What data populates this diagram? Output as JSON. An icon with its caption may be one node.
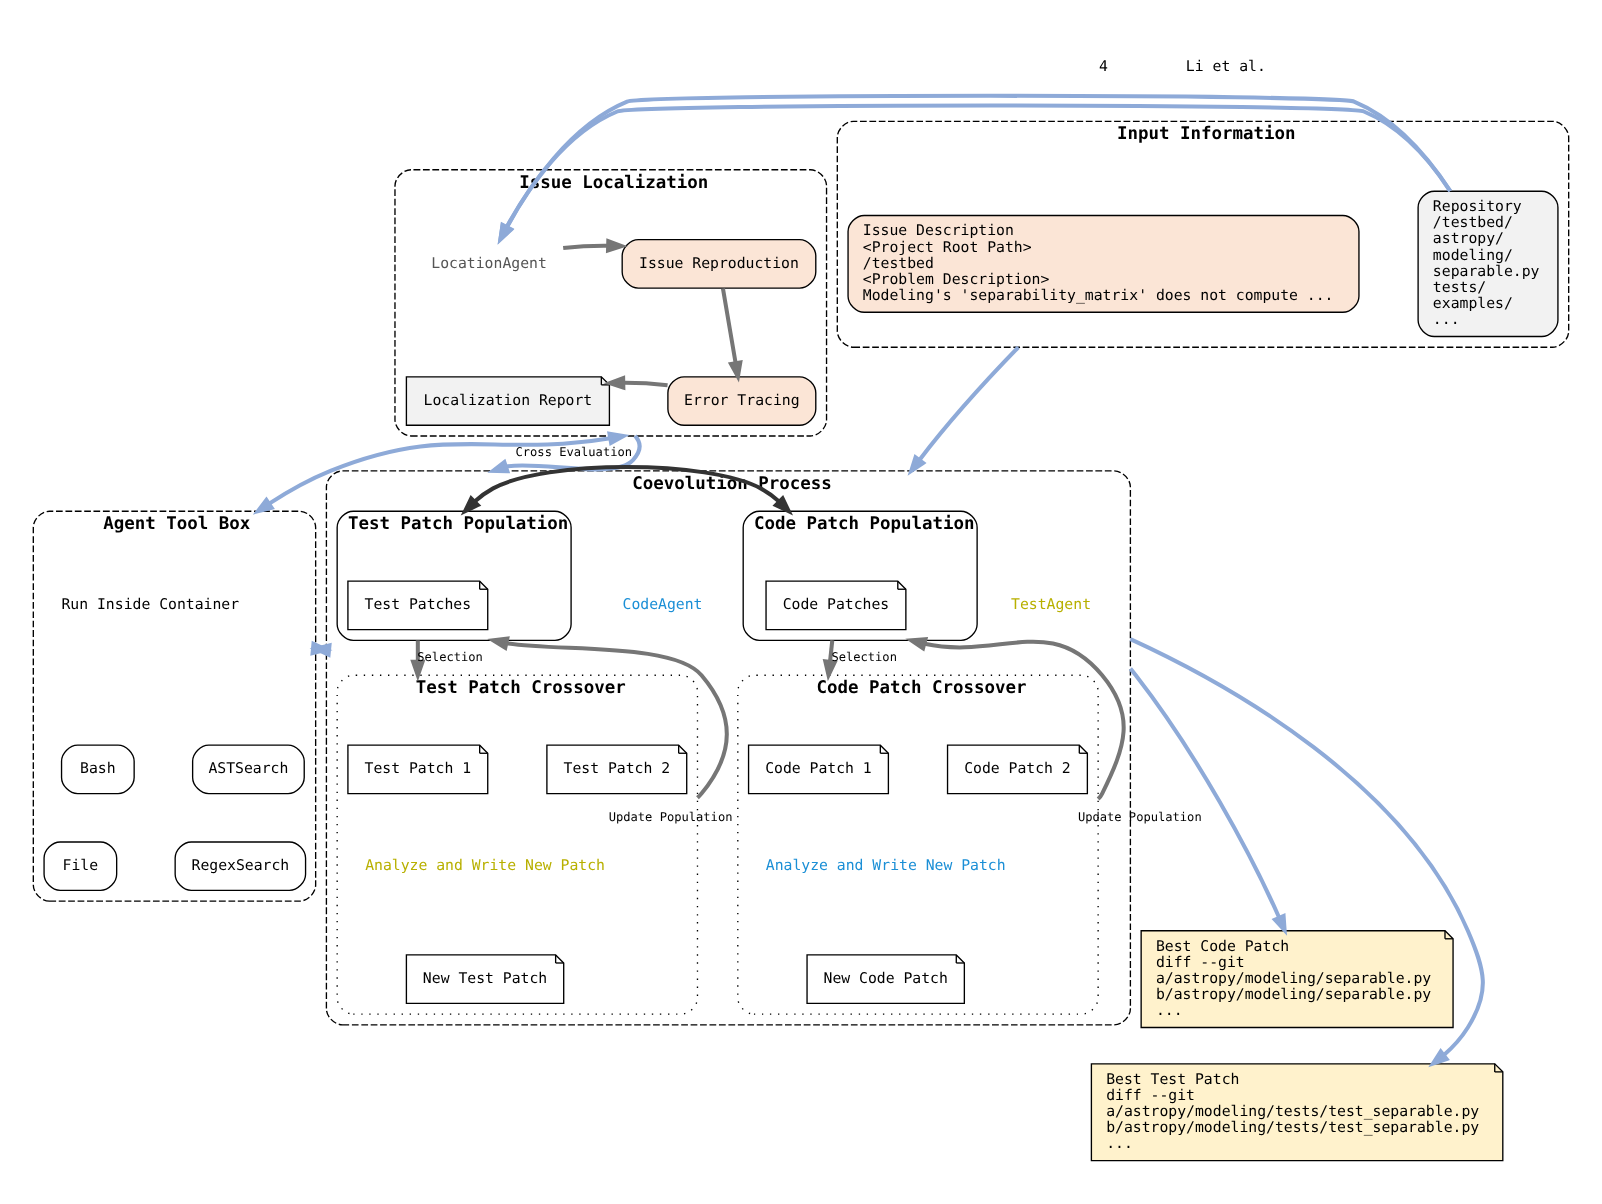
{
  "diagram": {
    "nodes": [
      {
        "text": [
          "Input Information"
        ]
      },
      {
        "text": [
          "Issue Description",
          "<Project Root Path>",
          "/testbed",
          "<Problem Description>",
          "Modeling's 'separability_matrix' does not compute ..."
        ],
        "in": 0
      },
      {
        "text": [
          "Repository",
          "/testbed/",
          "astropy/",
          "modeling/",
          "separable.py",
          "tests/",
          "examples/",
          "..."
        ],
        "in": 0
      },
      {
        "text": [
          "Issue Localization"
        ]
      },
      {
        "text": [
          "LocationAgent"
        ],
        "in": 3
      },
      {
        "text": [
          "Issue Reproduction"
        ],
        "in": 3
      },
      {
        "text": [
          "Error Tracing"
        ],
        "in": 3
      },
      {
        "text": [
          "Localization Report"
        ],
        "in": 3
      },
      {
        "text": [
          "Coevolution Process"
        ]
      },
      {
        "text": [
          "CodeAgent"
        ],
        "in": 8
      },
      {
        "text": [
          "Code Patch Population"
        ],
        "in": 8
      },
      {
        "text": [
          "Code Patches"
        ],
        "in": 10
      },
      {
        "text": [
          "Test Patch Population"
        ],
        "in": 8
      },
      {
        "text": [
          "Test Patches"
        ],
        "in": 12
      },
      {
        "text": [
          "TestAgent"
        ],
        "in": 8
      },
      {
        "text": [
          "Code Patch Crossover"
        ],
        "in": 8
      },
      {
        "text": [
          "Code Patch 1"
        ],
        "in": 15
      },
      {
        "text": [
          "Code Patch 2"
        ],
        "in": 15
      },
      {
        "text": [
          "Analyze and Write New Patch"
        ],
        "in": 15
      },
      {
        "text": [
          "New Code Patch"
        ],
        "in": 15
      },
      {
        "text": [
          "Test Patch Crossover"
        ],
        "in": 8
      },
      {
        "text": [
          "Test Patch 1"
        ],
        "in": 20
      },
      {
        "text": [
          "Test Patch 2"
        ],
        "in": 20
      },
      {
        "text": [
          "Analyze and Write New Patch"
        ],
        "in": 20
      },
      {
        "text": [
          "New Test Patch"
        ],
        "in": 20
      },
      {
        "text": [
          "Agent Tool Box"
        ]
      },
      {
        "text": [
          "Run Inside Container"
        ],
        "in": 25
      },
      {
        "text": [
          "Bash"
        ],
        "in": 25
      },
      {
        "text": [
          "ASTSearch"
        ],
        "in": 25
      },
      {
        "text": [
          "File"
        ],
        "in": 25
      },
      {
        "text": [
          "RegexSearch"
        ],
        "in": 25
      },
      {
        "text": [
          "Best Code Patch",
          "diff --git",
          "a/astropy/modeling/separable.py",
          "b/astropy/modeling/separable.py",
          "..."
        ]
      },
      {
        "text": [
          "Best Test Patch",
          "diff --git",
          "a/astropy/modeling/tests/test_separable.py",
          "b/astropy/modeling/tests/test_separable.py",
          "..."
        ]
      }
    ],
    "edges": [
      {
        "from": 0,
        "to": 3,
        "arrow": "to",
        "color": "#8eaad8"
      },
      {
        "from": 4,
        "to": 5,
        "arrow": "to",
        "color": "#767676"
      },
      {
        "from": 5,
        "to": 6,
        "arrow": "to",
        "color": "#767676"
      },
      {
        "from": 6,
        "to": 7,
        "arrow": "to",
        "color": "#767676"
      },
      {
        "from": 0,
        "to": 8,
        "arrow": "to",
        "color": "#8eaad8"
      },
      {
        "from": 3,
        "to": 8,
        "arrow": "to",
        "color": "#8eaad8"
      },
      {
        "from": 3,
        "to": 25,
        "arrow": "both",
        "color": "#8eaad8"
      },
      {
        "from": 8,
        "to": 25,
        "arrow": "both",
        "color": "#8eaad8"
      },
      {
        "from": 10,
        "to": 12,
        "arrow": "both",
        "label": "Cross Evaluation",
        "color": "#333333"
      },
      {
        "from": 10,
        "to": 15,
        "arrow": "to",
        "label": "Selection",
        "color": "#767676"
      },
      {
        "from": 15,
        "to": 10,
        "arrow": "to",
        "label": "Update Population",
        "color": "#767676"
      },
      {
        "from": 12,
        "to": 20,
        "arrow": "to",
        "label": "Selection",
        "color": "#767676"
      },
      {
        "from": 20,
        "to": 12,
        "arrow": "to",
        "label": "Update Population",
        "color": "#767676"
      },
      {
        "from": 8,
        "to": 31,
        "arrow": "to",
        "color": "#8eaad8"
      },
      {
        "from": 8,
        "to": 32,
        "arrow": "to",
        "color": "#8eaad8"
      }
    ],
    "labels": [
      "4",
      "Li et al."
    ]
  }
}
